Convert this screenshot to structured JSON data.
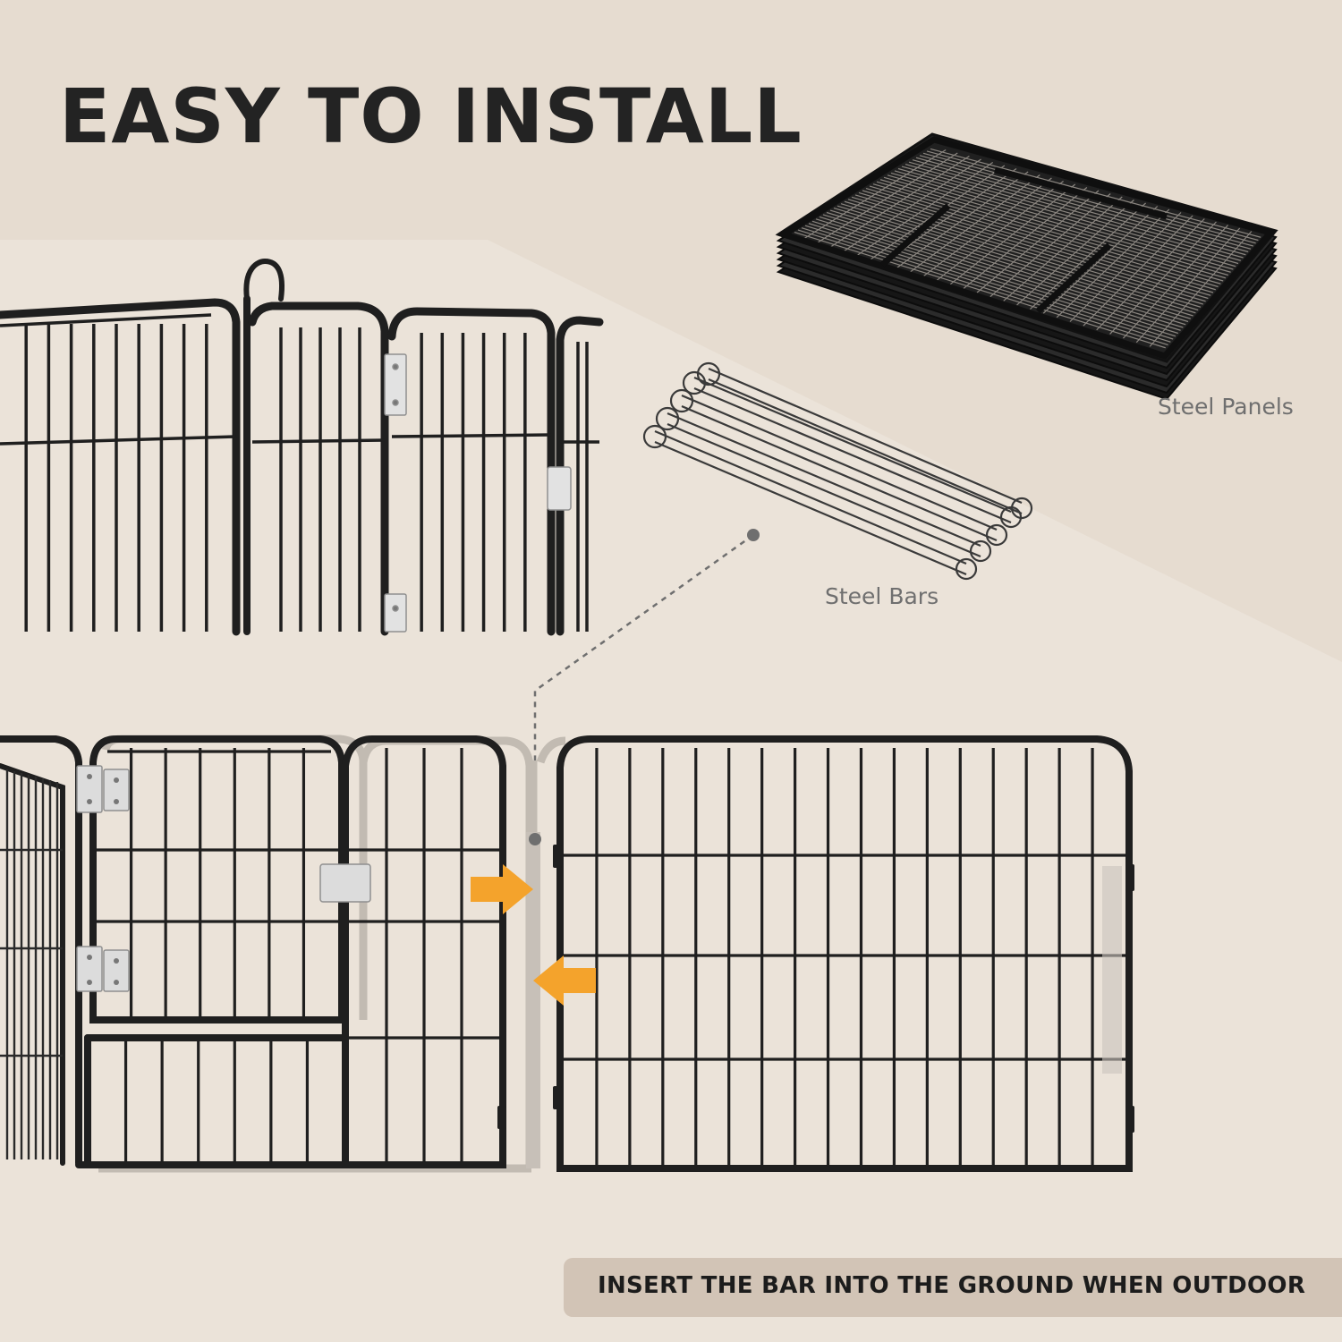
{
  "headline": "EASY TO INSTALL",
  "labels": {
    "steel_panels": "Steel Panels",
    "steel_bars": "Steel Bars"
  },
  "banner": {
    "text": "INSERT THE BAR INTO THE GROUND WHEN OUTDOOR"
  },
  "colors": {
    "background": "#e6dcd0",
    "light_band": "#ebe3d9",
    "fence_black": "#1f1f1f",
    "shadow_gray": "#b9b2aa",
    "arrow_orange": "#f4a32c",
    "banner_bg": "#d2c4b6",
    "label_gray": "#6f6f6f",
    "hinge_silver": "#dcdcdc"
  },
  "icons": [
    "orange-arrow-right-icon",
    "orange-arrow-left-icon"
  ]
}
